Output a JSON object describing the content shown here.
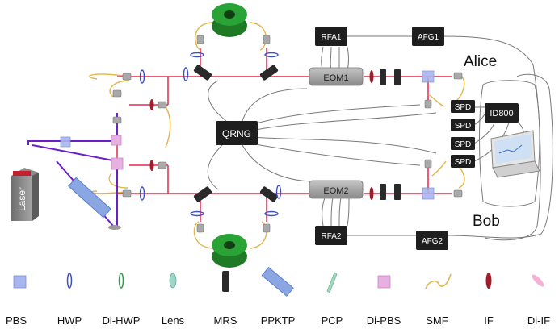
{
  "labels": {
    "alice": "Alice",
    "bob": "Bob",
    "qrng": "QRNG",
    "laser": "Laser",
    "eom1": "EOM1",
    "eom2": "EOM2",
    "rfa1": "RFA1",
    "rfa2": "RFA2",
    "afg1": "AFG1",
    "afg2": "AFG2",
    "id800": "ID800",
    "spd1": "SPD",
    "spd2": "SPD",
    "spd3": "SPD",
    "spd4": "SPD"
  },
  "legend": [
    {
      "label": "PBS",
      "icon": "pbs-icon"
    },
    {
      "label": "HWP",
      "icon": "hwp-icon"
    },
    {
      "label": "Di-HWP",
      "icon": "di-hwp-icon"
    },
    {
      "label": "Lens",
      "icon": "lens-icon"
    },
    {
      "label": "MRS",
      "icon": "mrs-icon"
    },
    {
      "label": "PPKTP",
      "icon": "ppktp-icon"
    },
    {
      "label": "PCP",
      "icon": "pcp-icon"
    },
    {
      "label": "Di-PBS",
      "icon": "di-pbs-icon"
    },
    {
      "label": "SMF",
      "icon": "smf-icon"
    },
    {
      "label": "IF",
      "icon": "if-icon"
    },
    {
      "label": "Di-IF",
      "icon": "di-if-icon"
    }
  ],
  "colors": {
    "beam_red": "#e8284f",
    "beam_violet": "#6a1fc8",
    "fiber": "#e0b54a",
    "box": "#1e1e1e",
    "eom": "#9a9a9a",
    "ring": "#1f8a2a",
    "wire": "#7a7a7a"
  }
}
